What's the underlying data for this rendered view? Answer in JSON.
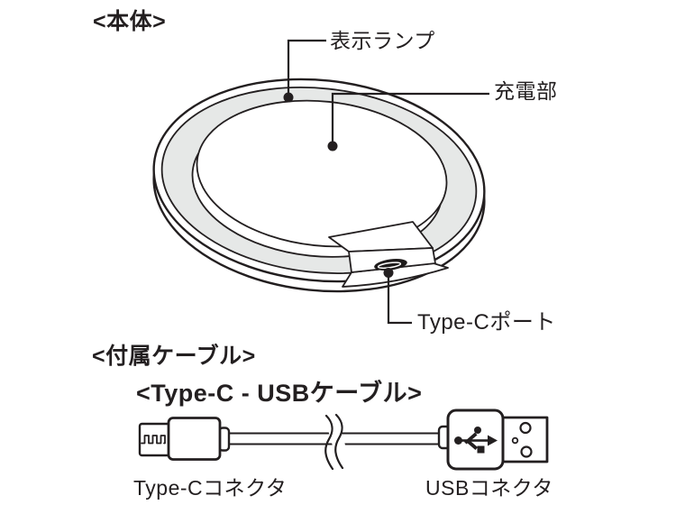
{
  "colors": {
    "ink": "#231f20",
    "ring_fill": "#e6e8e7",
    "port_fill": "#1e1b1b",
    "background": "#ffffff"
  },
  "body_section": {
    "heading": "<本体>",
    "indicator_lamp_label": "表示ランプ",
    "charging_area_label": "充電部",
    "type_c_port_label": "Type-Cポート"
  },
  "cable_section": {
    "heading": "<付属ケーブル>",
    "cable_type_heading": "<Type-C - USBケーブル>",
    "type_c_connector_label": "Type-Cコネクタ",
    "usb_connector_label": "USBコネクタ"
  }
}
